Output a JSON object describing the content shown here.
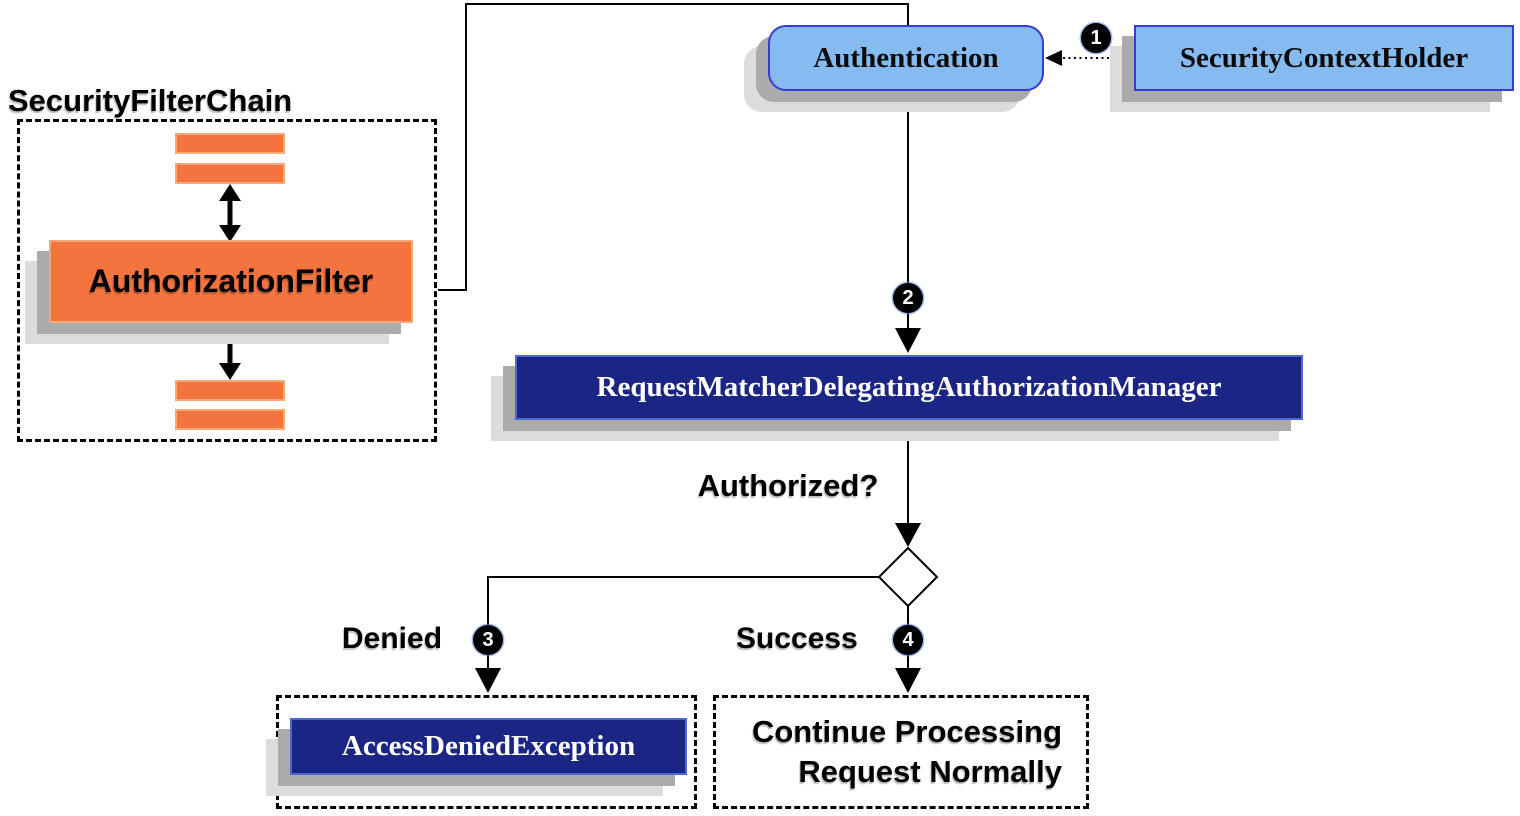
{
  "diagram": {
    "filter_chain": {
      "label": "SecurityFilterChain",
      "filter": "AuthorizationFilter"
    },
    "nodes": {
      "authentication": "Authentication",
      "security_context_holder": "SecurityContextHolder",
      "authorization_manager": "RequestMatcherDelegatingAuthorizationManager",
      "access_denied_exception": "AccessDeniedException",
      "continue_processing_line1": "Continue Processing",
      "continue_processing_line2": "Request Normally"
    },
    "labels": {
      "decision": "Authorized?",
      "denied": "Denied",
      "success": "Success"
    },
    "steps": [
      "1",
      "2",
      "3",
      "4"
    ],
    "colors": {
      "node_blue_fill": "#85BBF0",
      "node_blue_border": "#3939D4",
      "node_navy_fill": "#1B2583",
      "node_navy_border": "#4A68D8",
      "filter_orange_fill": "#F2743F",
      "filter_orange_border": "#F8A877",
      "shadow_dark": "#ABABAB",
      "shadow_light": "#DCDCDC",
      "line_color": "#000000",
      "badge_fill": "#000000",
      "badge_text": "#FFFFFF"
    }
  }
}
